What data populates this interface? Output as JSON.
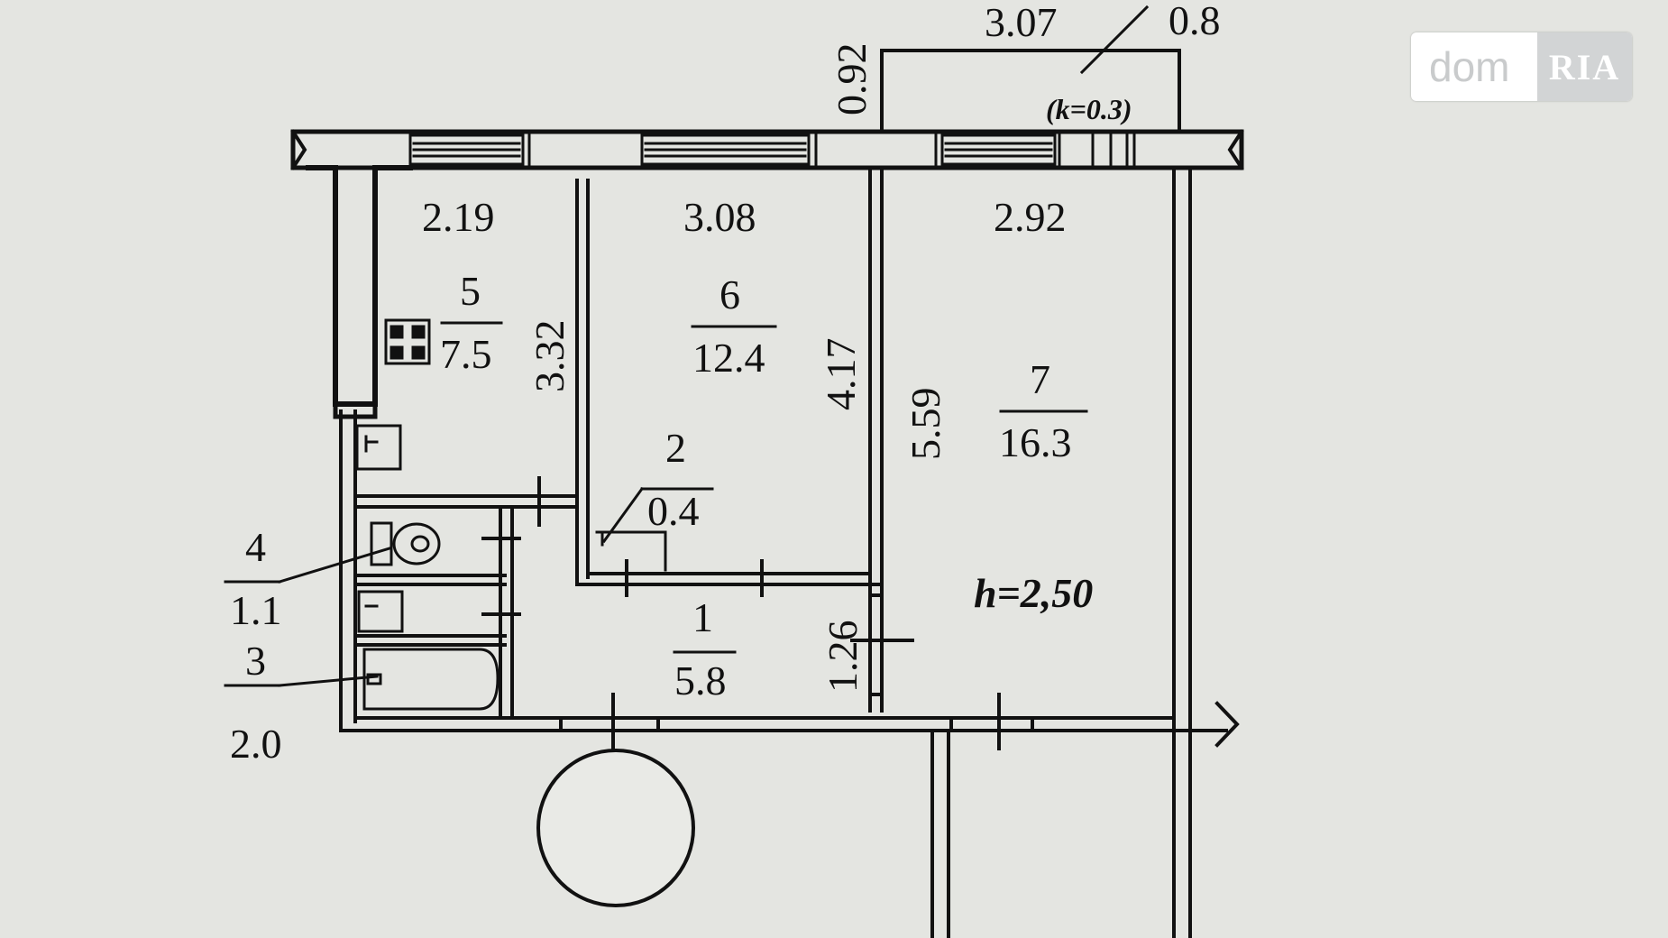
{
  "watermark": {
    "brand": "dom",
    "sub": "RIA"
  },
  "balcony": {
    "width": "3.07",
    "depth": "0.92",
    "glazing": "0.8",
    "coefficient": "(k=0.3)"
  },
  "room_widths": {
    "kitchen": "2.19",
    "room6": "3.08",
    "room7": "2.92"
  },
  "room_lengths": {
    "kitchen": "3.32",
    "room6": "4.17",
    "room7": "5.59",
    "hall": "1.26"
  },
  "rooms": {
    "r1": {
      "num": "1",
      "area": "5.8"
    },
    "r2": {
      "num": "2",
      "area": "0.4"
    },
    "r3": {
      "num": "3",
      "area": "2.0"
    },
    "r4": {
      "num": "4",
      "area": "1.1"
    },
    "r5": {
      "num": "5",
      "area": "7.5"
    },
    "r6": {
      "num": "6",
      "area": "12.4"
    },
    "r7": {
      "num": "7",
      "area": "16.3"
    }
  },
  "ceiling_height": "h=2,50"
}
